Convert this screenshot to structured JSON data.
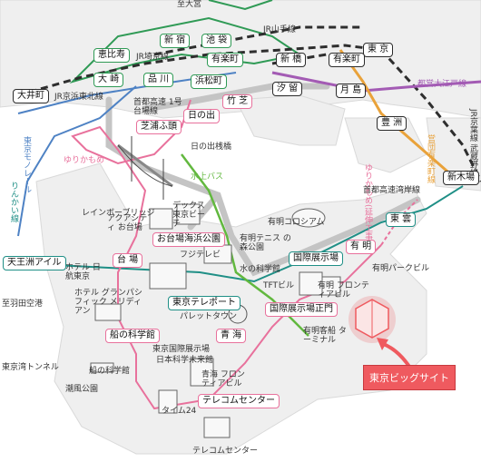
{
  "colors": {
    "jr_yamanote": "#2f9a55",
    "jr_main": "#2e2e2e",
    "yurikamome": "#e8719c",
    "rinkai": "#1f8f86",
    "oedo": "#a35bb4",
    "yurakucho": "#e9a23a",
    "monorail": "#4e82c4",
    "expressway": "#bdbdbd",
    "water_bus": "#62b83f",
    "highlight": "#ef5a5f"
  },
  "lines": {
    "jr_yamanote": "JR山手線",
    "jr_saikyo": "JR埼京線",
    "jr_keihin": "JR京浜東北線",
    "oedo": "都営大江戸線",
    "yurakucho": "営団有楽町線",
    "jr_musashino": "JR京葉線 武蔵野線",
    "yurikamome": "ゆりかもめ",
    "yurikamome_ext": "ゆりかもめ(延伸工事中)",
    "monorail": "東京モノレール",
    "rinkai": "りんかい線",
    "expressway_daiba": "首都高速 1号台場線",
    "expressway_wangan": "首都高速湾岸線",
    "water_bus": "水上バス",
    "tunnel": "東京湾トンネル",
    "rainbow_bridge": "レインボーブリッジ"
  },
  "stations": {
    "ikebukuro": "池 袋",
    "shinjuku": "新 宿",
    "ebisu": "恵比寿",
    "osaki": "大 崎",
    "shinagawa": "品 川",
    "hamamatsucho": "浜松町",
    "yurakucho": "有楽町",
    "shimbashi": "新 橋",
    "shiodome": "汐 留",
    "tokyo": "東 京",
    "yurakucho_ext": "有楽町",
    "tsukishima": "月 島",
    "toyosu": "豊 洲",
    "shinkiba": "新木場",
    "oimachi": "大井町",
    "takeshiba": "竹 芝",
    "shibaurafuto": "芝浦ふ頭",
    "hinode": "日の出",
    "tennozu": "天王洲アイル",
    "odaiba_kaihin": "お台場海浜公園",
    "daiba": "台 場",
    "fune_no_kagakukan": "船の科学館",
    "telecom_center": "テレコムセンター",
    "aomi": "青 海",
    "tokyo_teleport": "東京テレポート",
    "kokusai_tenjijo_seimon": "国際展示場正門",
    "kokusai_tenjijo": "国際展示場",
    "ariake": "有 明",
    "shinonome": "東 雲"
  },
  "landmarks": {
    "shiodai": "至大宮",
    "to_haneda": "至羽田空港",
    "hinode_pier": "日の出桟橋",
    "ariake_colosseum": "有明コロシアム",
    "ariake_tennis": "有明テニス の森公園",
    "aqua_city": "アクアシティ お台場",
    "decks": "デックス 東京ビーチ",
    "fuji_tv": "フジテレビ",
    "nikko": "ホテル 日航東京",
    "meridien": "ホテル グランパシフィック メリディアン",
    "mizu_kagakukan": "水の科学館",
    "tft": "TFTビル",
    "ariake_frontier": "有明 フロンティアビル",
    "ariake_park": "有明パークビル",
    "palette_town": "パレットタウン",
    "kokusai_tenjijo_big": "東京国際展示場",
    "science_museum": "日本科学未来館",
    "aomi_frontier": "青海 フロンティアビル",
    "time24": "タイム24",
    "telecom_bldg": "テレコムセンター",
    "shiokaze": "潮風公園",
    "ferry": "有明客船 ターミナル",
    "sakana": "船の科学館"
  },
  "callout": {
    "label": "東京ビッグサイト"
  }
}
